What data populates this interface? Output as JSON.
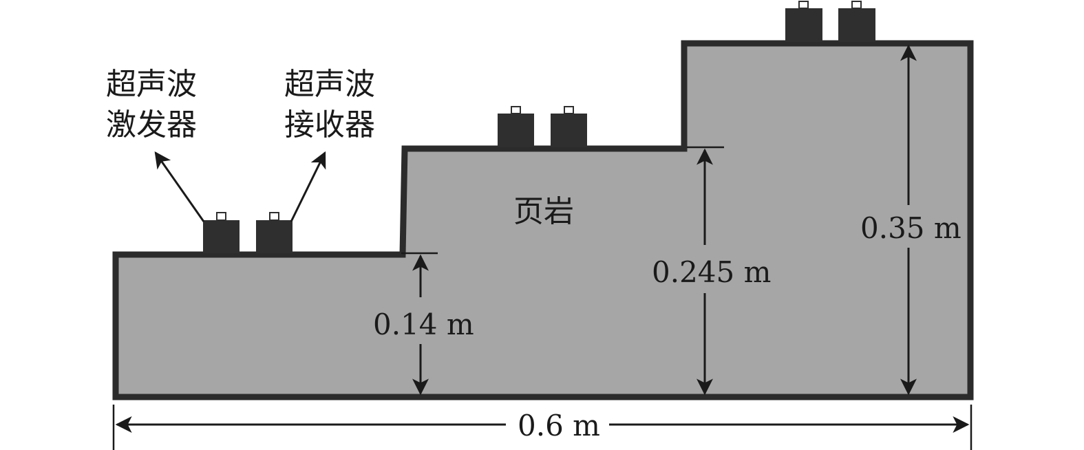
{
  "labels": {
    "emitter_line1": "超声波",
    "emitter_line2": "激发器",
    "receiver_line1": "超声波",
    "receiver_line2": "接收器",
    "material": "页岩"
  },
  "dimensions": {
    "step1_height": "0.14 m",
    "step2_height": "0.245 m",
    "step3_height": "0.35 m",
    "total_width": "0.6 m"
  },
  "colors": {
    "specimen_fill": "#a6a6a6",
    "outline": "#2b2b2b",
    "sensor": "#2f2f2f",
    "line": "#1a1a1a"
  }
}
